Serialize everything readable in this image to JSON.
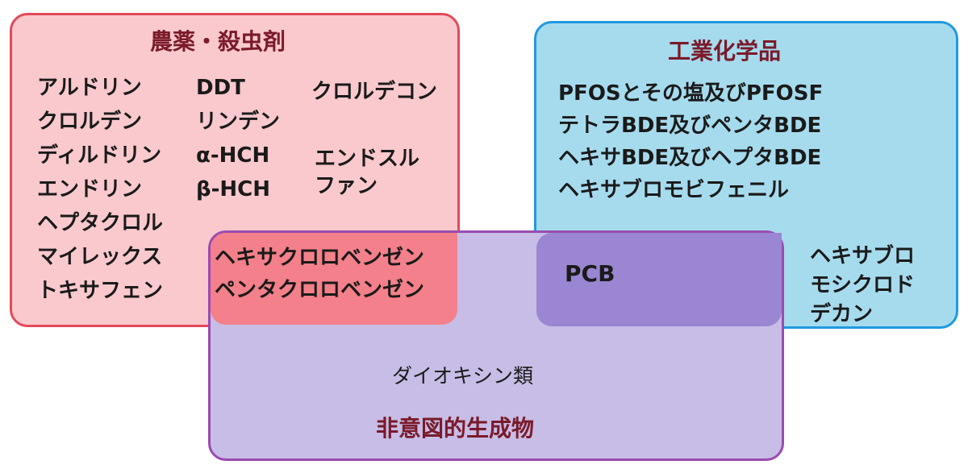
{
  "groups": {
    "pesticides": {
      "title": "農薬・殺虫剤",
      "col1": [
        "アルドリン",
        "クロルデン",
        "ディルドリン",
        "エンドリン",
        "ヘプタクロル",
        "マイレックス",
        "トキサフェン"
      ],
      "col2": [
        "DDT",
        "リンデン",
        "α-HCH",
        "β-HCH"
      ],
      "col3": [
        "クロルデコン",
        "エンドスル\nファン"
      ]
    },
    "industrial": {
      "title": "工業化学品",
      "items": [
        "PFOSとその塩及びPFOSF",
        "テトラBDE及びペンタBDE",
        "ヘキサBDE及びヘプタBDE",
        "ヘキサブロモビフェニル"
      ],
      "side": "ヘキサブロ\nモシクロド\nデカン"
    },
    "unintentional": {
      "title": "非意図的生成物",
      "item": "ダイオキシン類"
    }
  },
  "overlaps": {
    "pesticides_unintentional": [
      "ヘキサクロロベンゼン",
      "ペンタクロロベンゼン"
    ],
    "industrial_unintentional": "PCB"
  },
  "colors": {
    "pesticides_fill": "#f9c9cd",
    "pesticides_border": "#e4495a",
    "industrial_fill": "#a6dbee",
    "industrial_border": "#1f9ae0",
    "unintentional_fill": "#c7bde6",
    "unintentional_border": "#9a4bb0",
    "title_text": "#7a1a2a"
  }
}
